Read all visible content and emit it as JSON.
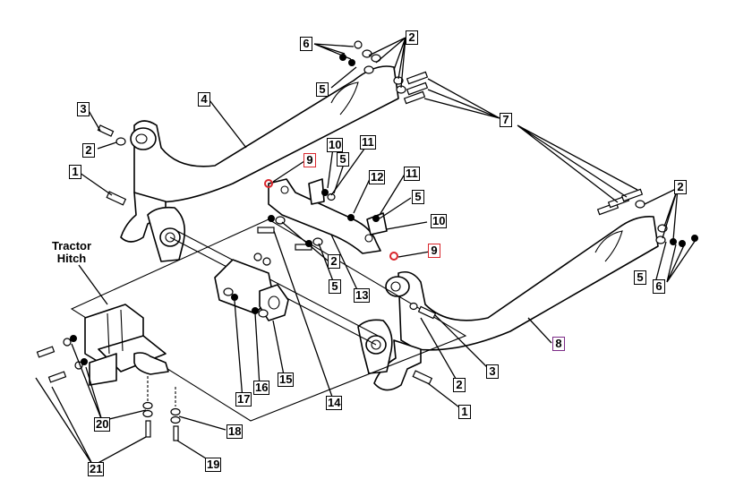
{
  "diagram": {
    "text_label_line1": "Tractor",
    "text_label_line2": "Hitch",
    "callouts": [
      "6",
      "2",
      "5",
      "7",
      "3",
      "4",
      "2",
      "1",
      "9",
      "10",
      "5",
      "11",
      "12",
      "11",
      "5",
      "10",
      "9",
      "2",
      "5",
      "13",
      "2",
      "5",
      "6",
      "8",
      "3",
      "2",
      "1",
      "17",
      "16",
      "15",
      "14",
      "20",
      "21",
      "18",
      "19"
    ],
    "colors": {
      "line": "#000000",
      "highlight_red": "#d9262c",
      "highlight_purple": "#7b2a86",
      "background": "#ffffff"
    }
  }
}
